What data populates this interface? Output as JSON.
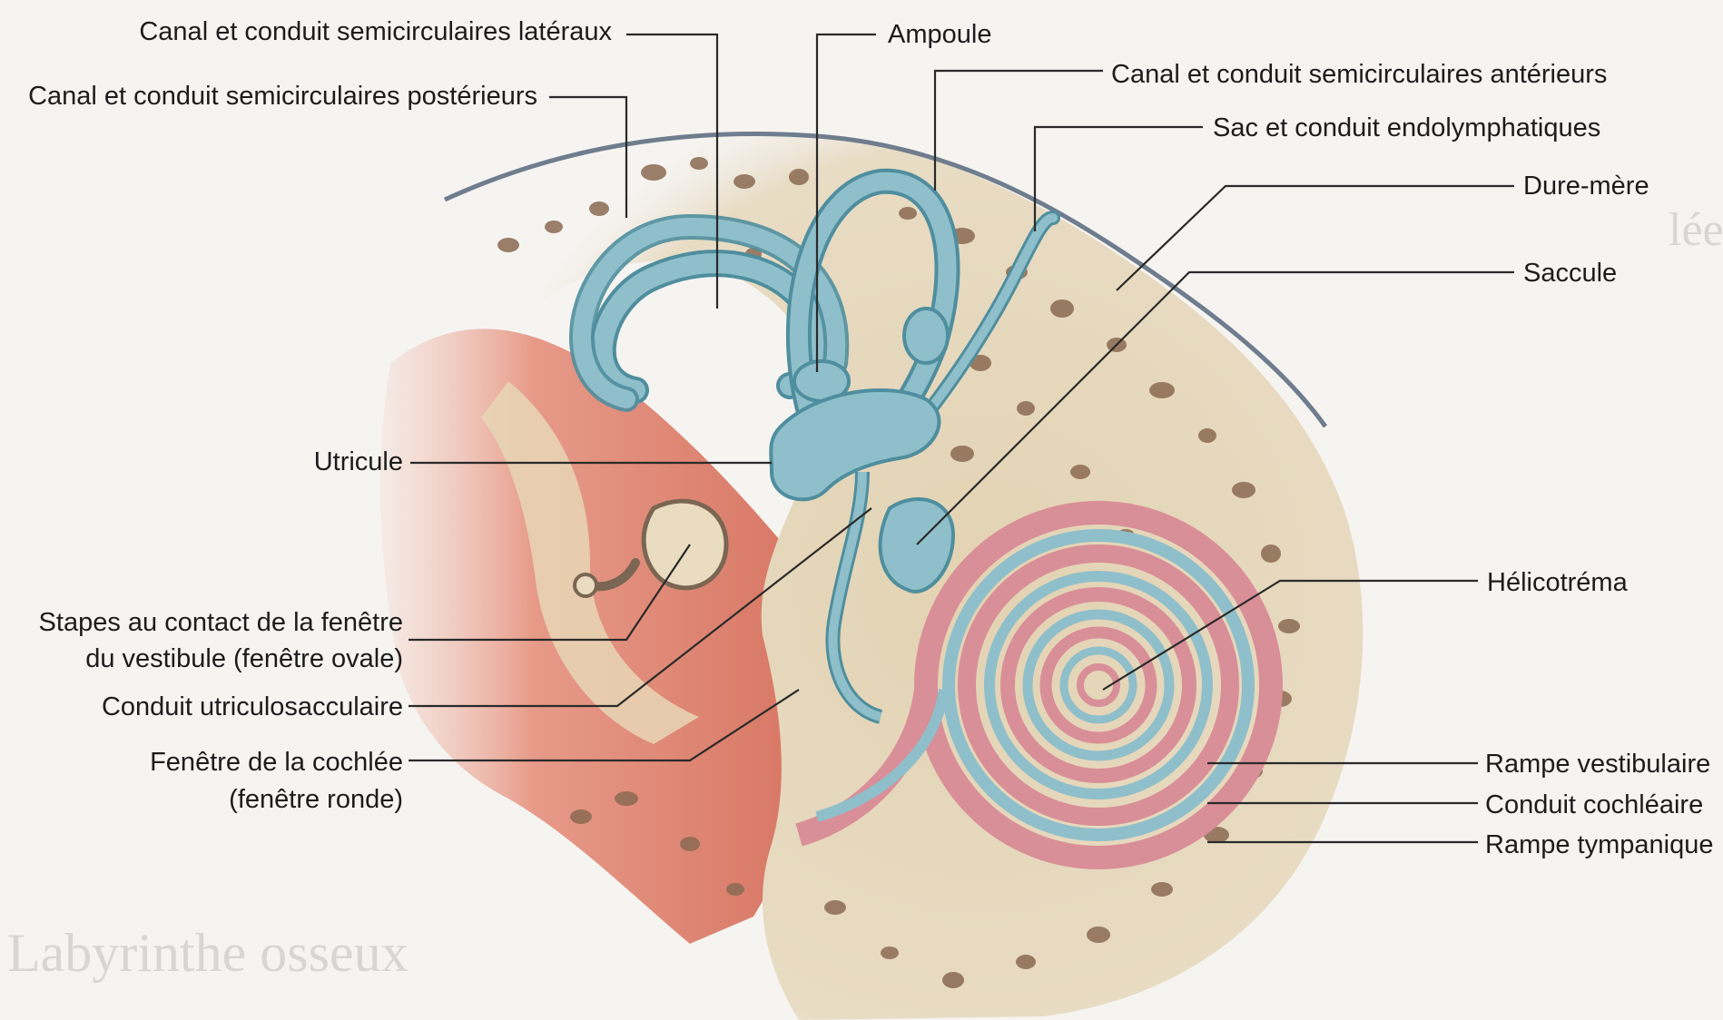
{
  "labels": {
    "lateral_canal": "Canal et conduit semicirculaires latéraux",
    "posterior_canal": "Canal et conduit semicirculaires postérieurs",
    "ampulla": "Ampoule",
    "anterior_canal": "Canal et conduit semicirculaires antérieurs",
    "endolymphatic_sac": "Sac et conduit endolymphatiques",
    "dura_mater": "Dure-mère",
    "saccule": "Saccule",
    "utricle": "Utricule",
    "stapes_line1": "Stapes au contact de la fenêtre",
    "stapes_line2": "du vestibule (fenêtre ovale)",
    "utriculosaccular_duct": "Conduit utriculosacculaire",
    "cochlear_window_line1": "Fenêtre de la cochlée",
    "cochlear_window_line2": "(fenêtre ronde)",
    "helicotrema": "Hélicotréma",
    "scala_vestibuli": "Rampe vestibulaire",
    "cochlear_duct": "Conduit cochléaire",
    "scala_tympani": "Rampe tympanique"
  },
  "background_text": {
    "heading": "Labyrinthe osseux",
    "side_title": "lée"
  },
  "colors": {
    "bone": "#e6d8bd",
    "bone_pore": "#8b6a52",
    "membranous": "#8fbfca",
    "membranous_edge": "#4f8e9e",
    "perilymph": "#e7a08e",
    "cochlear_pink": "#d98f98",
    "dura": "#6f7d8e"
  }
}
